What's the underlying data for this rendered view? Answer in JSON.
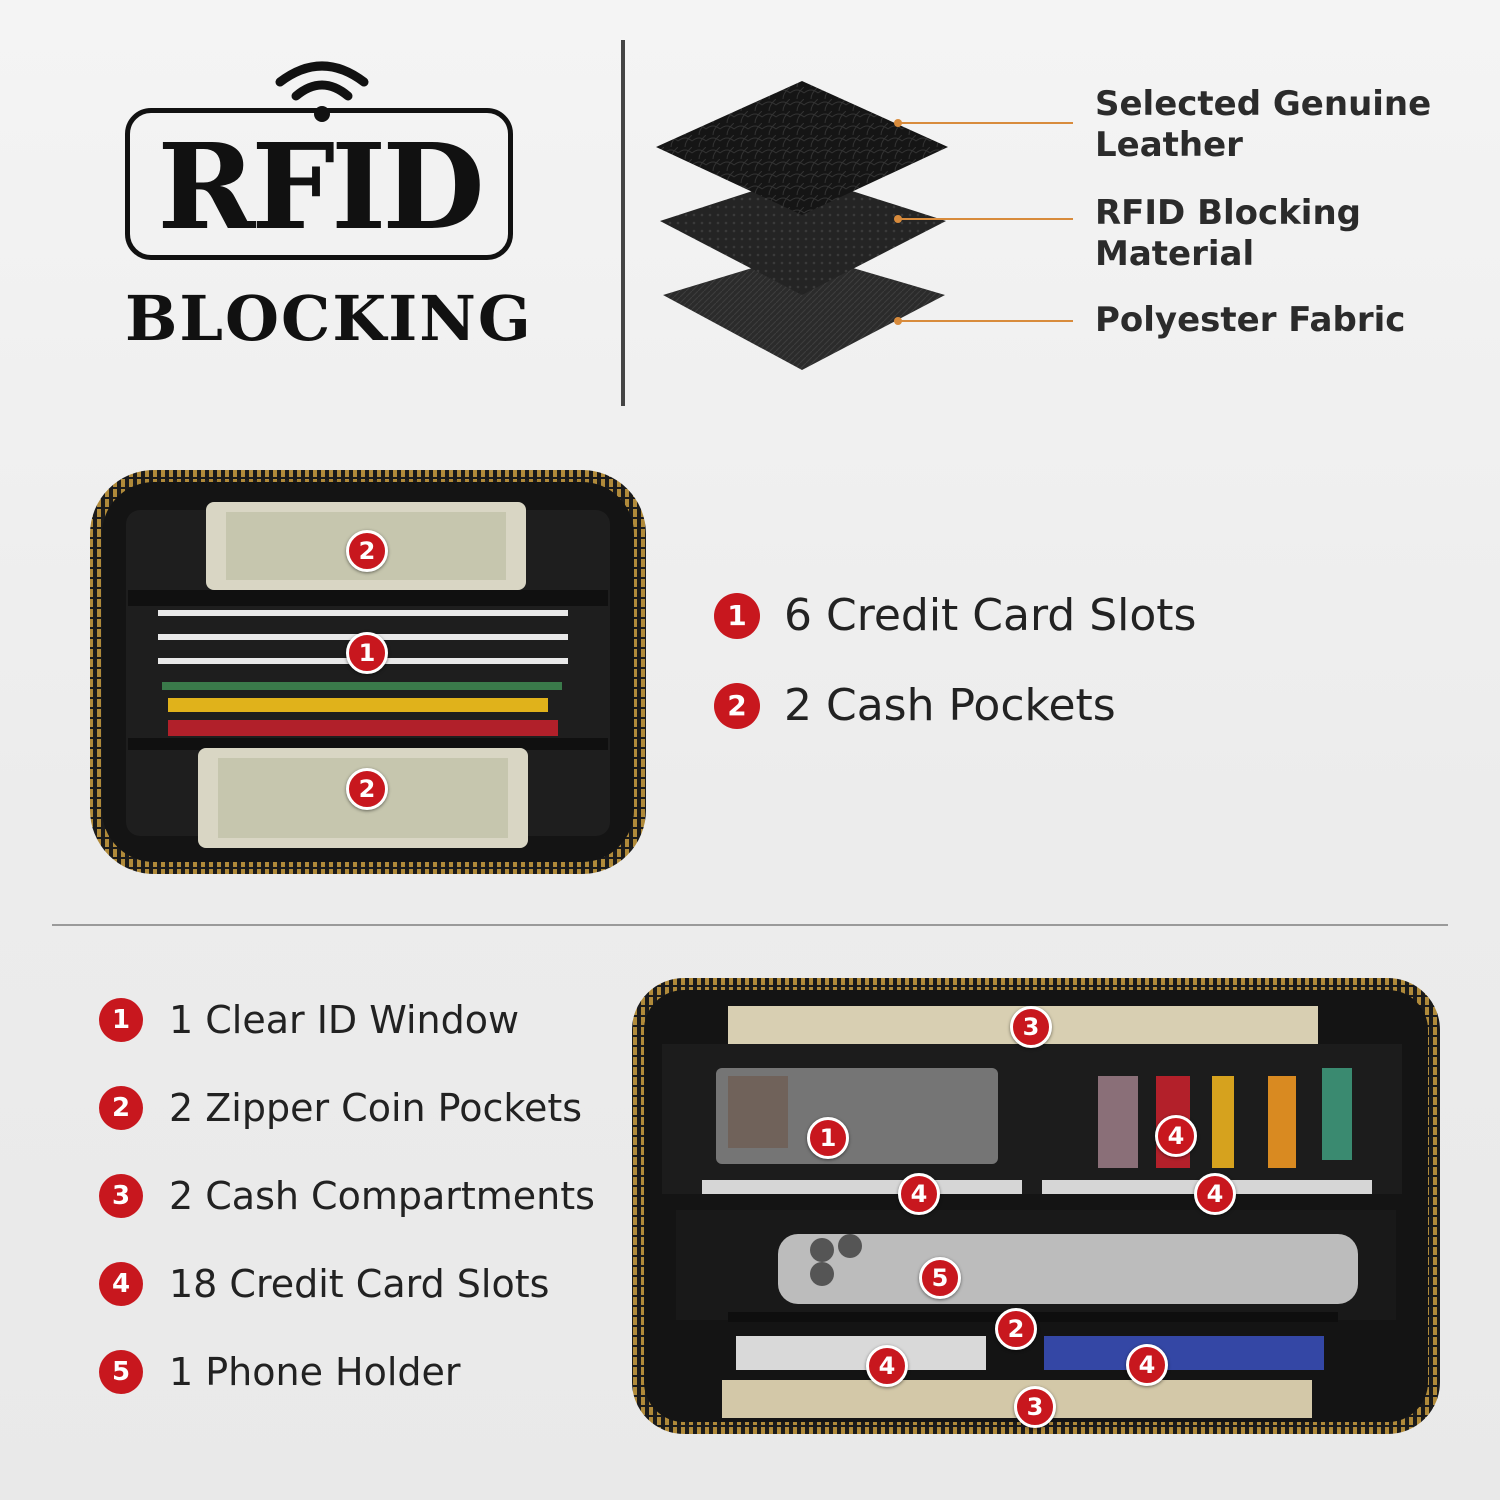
{
  "logo": {
    "rfid": "RFID",
    "blocking": "BLOCKING"
  },
  "layers": [
    {
      "label_line1": "Selected Genuine",
      "label_line2": "Leather"
    },
    {
      "label_line1": "RFID Blocking",
      "label_line2": "Material"
    },
    {
      "label_line1": "Polyester Fabric",
      "label_line2": ""
    }
  ],
  "compact_features": [
    {
      "num": "1",
      "text": "6 Credit Card Slots"
    },
    {
      "num": "2",
      "text": "2 Cash Pockets"
    }
  ],
  "long_features": [
    {
      "num": "1",
      "text": "1 Clear ID Window"
    },
    {
      "num": "2",
      "text": "2 Zipper Coin Pockets"
    },
    {
      "num": "3",
      "text": "2 Cash Compartments"
    },
    {
      "num": "4",
      "text": "18 Credit Card Slots"
    },
    {
      "num": "5",
      "text": "1 Phone Holder"
    }
  ],
  "compact_markers": [
    "2",
    "1",
    "2"
  ],
  "long_markers": [
    "3",
    "1",
    "4",
    "4",
    "4",
    "5",
    "2",
    "4",
    "4",
    "3"
  ],
  "colors": {
    "accent": "#c8171e",
    "leader_line": "#d88b3c",
    "wallet": "#151515"
  }
}
